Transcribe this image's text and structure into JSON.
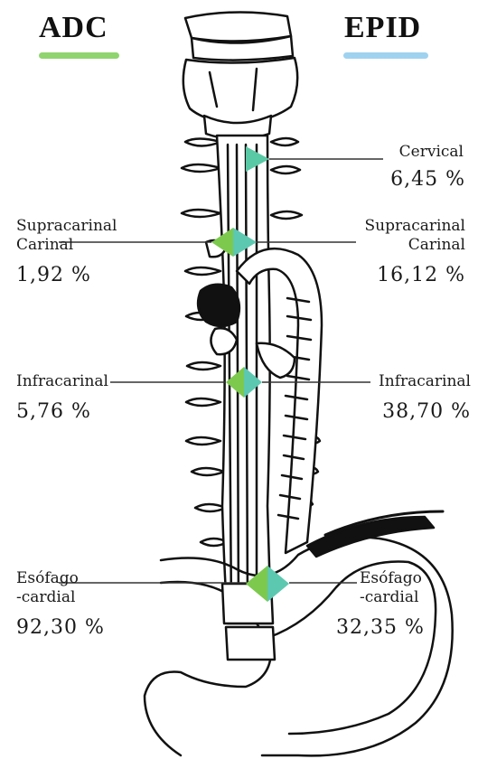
{
  "legend": {
    "adc": {
      "title": "ADC",
      "color": "#8fd46e"
    },
    "epid": {
      "title": "EPID",
      "color": "#9fd2ef"
    }
  },
  "sites": {
    "cervical": {
      "name": "Cervical",
      "epid": "6,45 %"
    },
    "supracarinal": {
      "name_line1": "Supracarinal",
      "name_line2": "Carinal",
      "adc": "1,92 %",
      "epid": "16,12 %"
    },
    "infracarinal": {
      "name": "Infracarinal",
      "adc": "5,76 %",
      "epid": "38,70 %"
    },
    "esofago": {
      "name_line1": "Esófago",
      "name_line2": "-cardial",
      "adc": "92,30 %",
      "epid": "32,35 %"
    }
  }
}
